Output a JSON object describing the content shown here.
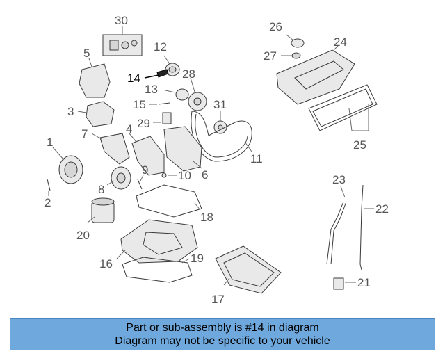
{
  "diagram": {
    "callouts": {
      "c1": "1",
      "c2": "2",
      "c3": "3",
      "c4": "4",
      "c5": "5",
      "c6": "6",
      "c7": "7",
      "c8": "8",
      "c9": "9",
      "c10": "10",
      "c11": "11",
      "c12": "12",
      "c13": "13",
      "c14": "14",
      "c15": "15",
      "c16": "16",
      "c17": "17",
      "c18": "18",
      "c19": "19",
      "c20": "20",
      "c21": "21",
      "c22": "22",
      "c23": "23",
      "c24": "24",
      "c25": "25",
      "c26": "26",
      "c27": "27",
      "c28": "28",
      "c29": "29",
      "c30": "30",
      "c31": "31"
    },
    "highlighted_part": "14"
  },
  "footer": {
    "line1": "Part or sub-assembly is #14 in diagram",
    "line2": "Diagram may not be specific to your vehicle",
    "background_color": "#6fa8dc"
  }
}
